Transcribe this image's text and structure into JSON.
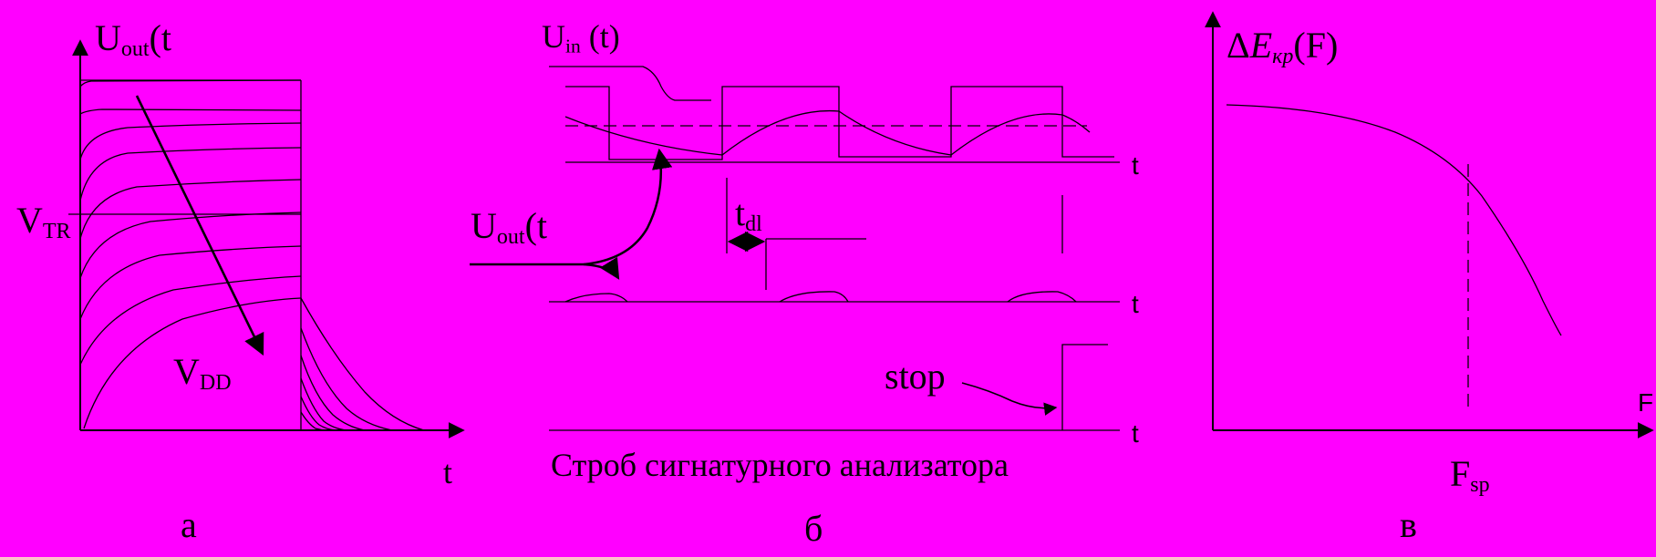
{
  "panel_a": {
    "y_axis_main": "U",
    "y_axis_sub": "out",
    "y_axis_tail": "(t",
    "threshold_main": "V",
    "threshold_sub": "TR",
    "arrow_main": "V",
    "arrow_sub": "DD",
    "x_axis": "t",
    "caption": "а"
  },
  "panel_b": {
    "input_main": "U",
    "input_sub": "in",
    "input_tail": " (t)",
    "output_main": "U",
    "output_sub": "out",
    "output_tail": "(t",
    "delay_main": "t",
    "delay_sub": "dl",
    "stop_label": "stop",
    "t_label_1": "t",
    "t_label_2": "t",
    "t_label_3": "t",
    "strobe_caption": "Строб сигнатурного анализатора",
    "caption": "б"
  },
  "panel_c": {
    "y_axis_prefix": "Δ",
    "y_axis_italic": "E",
    "y_axis_sub": "кр",
    "y_axis_tail": "(F)",
    "x_axis": "F",
    "freq_main": "F",
    "freq_sub": "sp",
    "caption": "в"
  },
  "colors": {
    "background": "#ff00ff",
    "ink": "#000000"
  }
}
